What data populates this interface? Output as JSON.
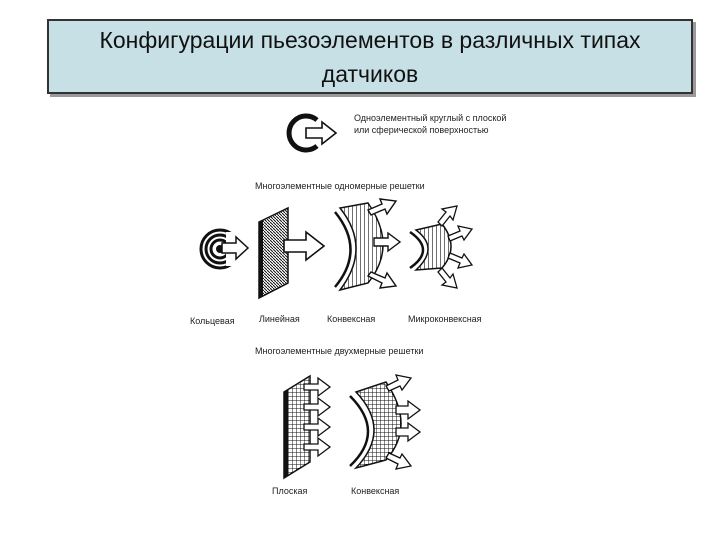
{
  "title": {
    "line1": "Конфигурации пьезоэлементов в различных типах",
    "line2": "датчиков"
  },
  "single": {
    "description": "Одноэлементный круглый с плоской или сферической поверхностью"
  },
  "one_d": {
    "heading": "Многоэлементные одномерные решетки",
    "labels": {
      "ring": "Кольцевая",
      "linear": "Линейная",
      "convex": "Конвексная",
      "microconvex": "Микроконвексная"
    }
  },
  "two_d": {
    "heading": "Многоэлементные двухмерные решетки",
    "labels": {
      "flat": "Плоская",
      "convex": "Конвексная"
    }
  }
}
